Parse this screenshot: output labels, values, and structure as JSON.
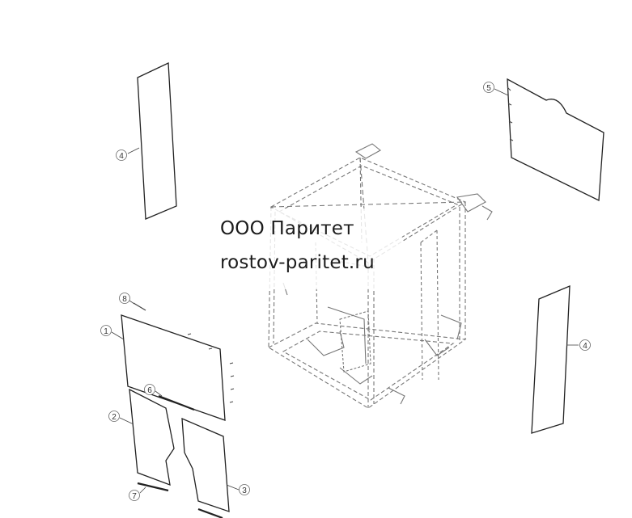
{
  "watermark": {
    "company": "ООО Паритет",
    "site": "rostov-paritet.ru"
  },
  "callouts": {
    "c1": "1",
    "c2": "2",
    "c3": "3",
    "c4_left": "4",
    "c4_right": "4",
    "c5": "5",
    "c6": "6",
    "c7": "7",
    "c8": "8"
  },
  "colors": {
    "line": "#222222",
    "frame": "#777777",
    "callout_circle": "#666666"
  }
}
